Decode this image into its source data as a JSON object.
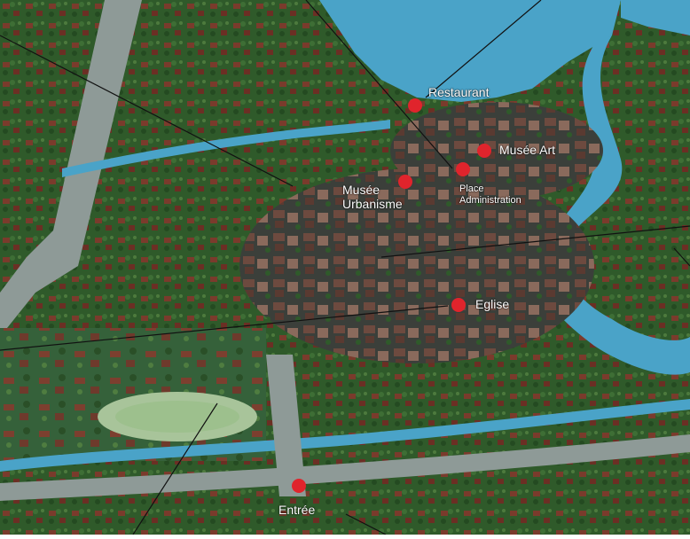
{
  "map": {
    "colors": {
      "water": "#4aa3c8",
      "water_dark": "#2f86b0",
      "green": "#2f5a2a",
      "green_light": "#6f8f4e",
      "roof": "#7a3b2c",
      "road": "#8e9a97",
      "marker": "#e0242c",
      "leader_line": "#111111"
    },
    "markers": [
      {
        "id": "restaurant",
        "label": "Restaurant"
      },
      {
        "id": "musee-art",
        "label": "Musée Art"
      },
      {
        "id": "place-administration",
        "label_lines": [
          "Place",
          "Administration"
        ]
      },
      {
        "id": "musee-urbanisme",
        "label_lines": [
          "Musée",
          "Urbanisme"
        ]
      },
      {
        "id": "eglise",
        "label": "Eglise"
      },
      {
        "id": "entree",
        "label": "Entrée"
      }
    ]
  }
}
